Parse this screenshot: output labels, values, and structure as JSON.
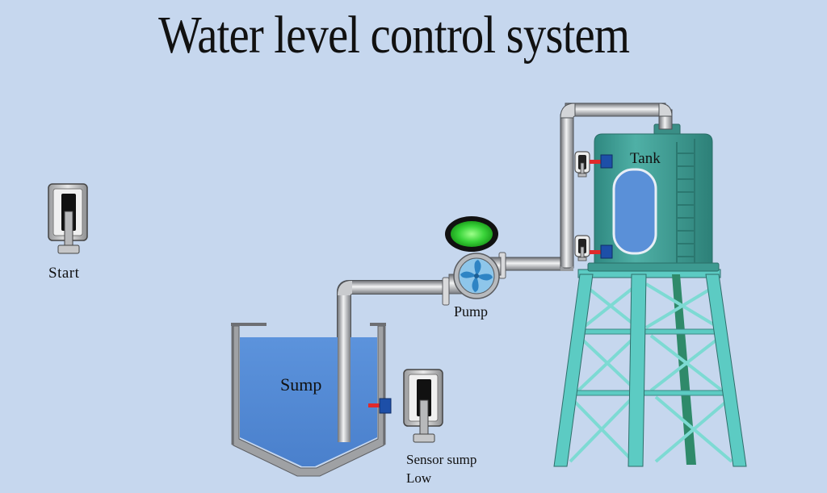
{
  "title": "Water level control system",
  "labels": {
    "start": "Start",
    "pump": "Pump",
    "tank": "Tank",
    "sump": "Sump",
    "sensor_line1": "Sensor sump",
    "sensor_line2": "Low"
  },
  "status": {
    "pump_indicator_color": "#39d63a"
  },
  "colors": {
    "background": "#c6d7ee",
    "water": "#5a8fd8",
    "tank": "#3e9a92",
    "tower": "#5ccbc3",
    "pipe": "#a9acb0"
  },
  "icons": [
    "toggle-switch-icon",
    "level-sensor-icon",
    "pump-fan-icon",
    "indicator-lamp-icon"
  ]
}
